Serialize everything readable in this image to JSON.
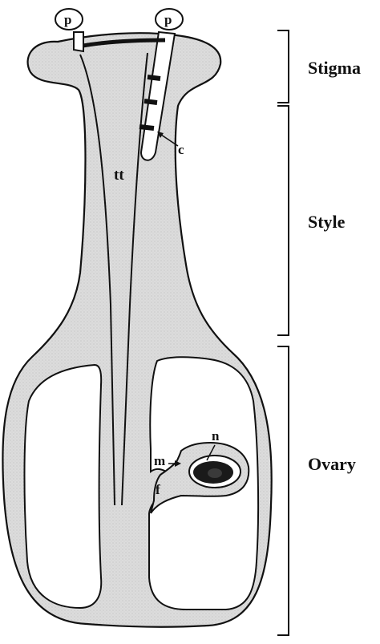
{
  "diagram": {
    "regions": [
      {
        "id": "stigma",
        "label": "Stigma"
      },
      {
        "id": "style",
        "label": "Style"
      },
      {
        "id": "ovary",
        "label": "Ovary"
      }
    ],
    "parts": {
      "pollen_left": "p",
      "pollen_right": "p",
      "callose": "c",
      "transmitting_tract": "tt",
      "nucellus": "n",
      "micropyle": "m",
      "funiculus": "f"
    },
    "colors": {
      "tissue_fill": "#dcdcdc",
      "outline": "#111111",
      "cavity_fill": "#ffffff",
      "embryo_sac": "#1a1a1a"
    }
  }
}
